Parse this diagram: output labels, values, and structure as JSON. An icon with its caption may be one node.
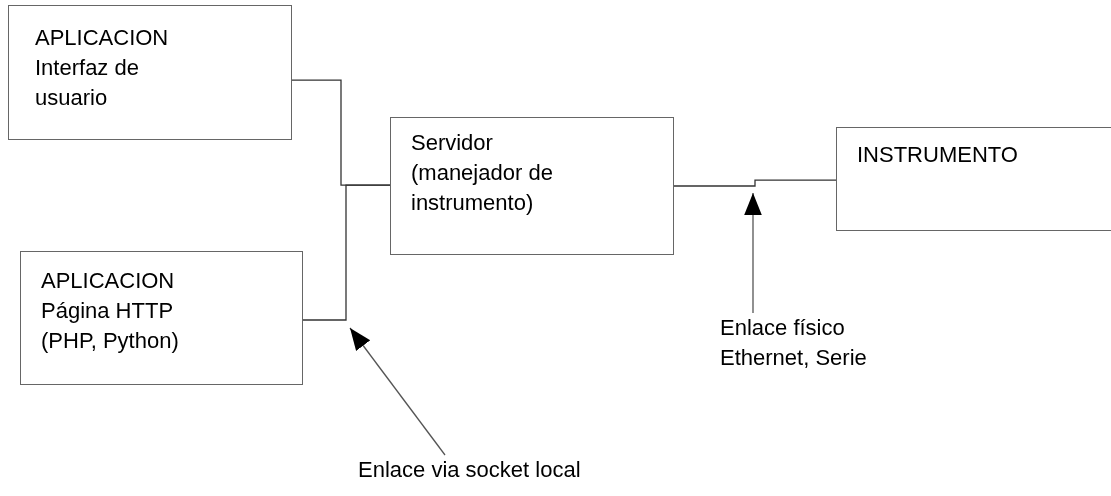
{
  "diagram": {
    "nodes": [
      {
        "text": [
          "APLICACION",
          "Interfaz de usuario"
        ]
      },
      {
        "text": [
          "Servidor (manejador de instrumento)"
        ]
      },
      {
        "text": [
          "INSTRUMENTO"
        ]
      },
      {
        "text": [
          "APLICACION",
          "Página HTTP (PHP, Python)"
        ]
      },
      {
        "text": [
          "Enlace físico Ethernet, Serie"
        ]
      },
      {
        "text": [
          "Enlace via socket local"
        ]
      }
    ],
    "edges": [
      {
        "from": 0,
        "to": 1,
        "arrow": "none"
      },
      {
        "from": 3,
        "to": 1,
        "arrow": "none"
      },
      {
        "from": 1,
        "to": 2,
        "arrow": "none"
      },
      {
        "from": 4,
        "to": null,
        "arrow": "to"
      },
      {
        "from": 5,
        "to": null,
        "arrow": "to"
      }
    ]
  }
}
